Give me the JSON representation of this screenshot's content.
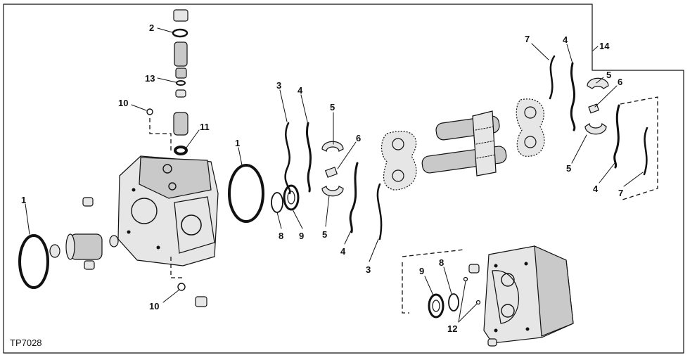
{
  "figure_id": "TP7028",
  "callouts": {
    "c1_left": "1",
    "c1_mid": "1",
    "c2": "2",
    "c3_a": "3",
    "c3_b": "3",
    "c4_a": "4",
    "c4_b": "4",
    "c4_c": "4",
    "c4_d": "4",
    "c5_a": "5",
    "c5_b": "5",
    "c5_c": "5",
    "c5_d": "5",
    "c6_a": "6",
    "c6_b": "6",
    "c7_a": "7",
    "c7_b": "7",
    "c8_a": "8",
    "c8_b": "8",
    "c9_a": "9",
    "c9_b": "9",
    "c10_a": "10",
    "c10_b": "10",
    "c11": "11",
    "c12": "12",
    "c13": "13",
    "c14": "14"
  }
}
